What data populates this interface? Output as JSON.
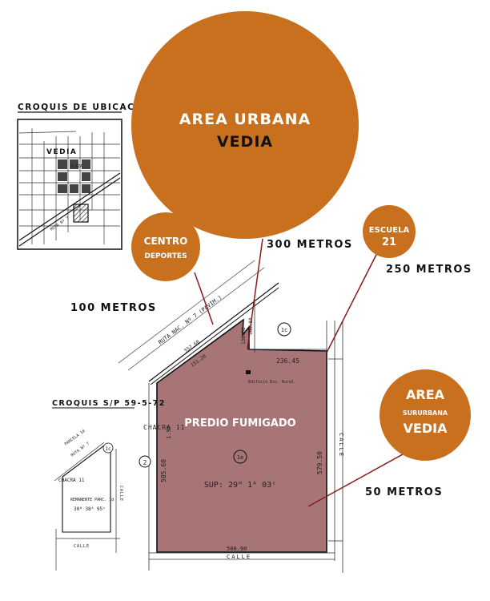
{
  "colors": {
    "orange": "#c8701e",
    "predio": "#a77575",
    "lines": "#8b1a1a",
    "ink": "#111111"
  },
  "inset": {
    "title": "CROQUIS DE UBICACION",
    "town": "VEDIA",
    "plaza": "PLAZA",
    "ruta": "RUTA Nº 7"
  },
  "croquis2": {
    "title": "CROQUIS S/P 59-5-72",
    "parcela": "PARCELA 1d",
    "ruta": "RUTA Nº 7",
    "plot_1c": "1c",
    "chacra": "CHACRA 11",
    "remanente": "REMANENTE PARC. 1d",
    "area": "30ᴴ 38ᴬ 95ᶜ",
    "calle_right": "CALLE",
    "calle_bottom": "CALLE"
  },
  "circles": {
    "urbana_title": "AREA URBANA",
    "urbana_sub": "VEDIA",
    "centro_line1": "CENTRO",
    "centro_line2": "DEPORTES",
    "escuela_line1": "ESCUELA",
    "escuela_line2": "21",
    "sub_title": "AREA",
    "sub_line2": "SURURBANA",
    "sub_line3": "VEDIA"
  },
  "distances": {
    "m300": "300 METROS",
    "m250": "250 METROS",
    "m100": "100 METROS",
    "m50": "50 METROS"
  },
  "plan": {
    "ruta_label": "RUTA NAC. Nº 7 (PAVIM.)",
    "predio": "PREDIO FUMIGADO",
    "sup": "SUP: 29ᴴ 1ᴬ 03ᶜ",
    "plot_1e": "1e",
    "plot_1c": "1c",
    "circle_2": "2",
    "chacra": "CHACRA 11",
    "calle_right": "CALLE",
    "calle_bottom": "CALLE",
    "dim_top": "236.45",
    "dim_bottom": "500.90",
    "dim_left": "505.60",
    "dim_right": "579.50",
    "dim_diag1": "557.60",
    "dim_diag2": "151.20",
    "dim_upper1": "163.84",
    "dim_upper2": "136.08",
    "dim_small": "1.97",
    "edificio": "Edificio Esc. Rural"
  }
}
